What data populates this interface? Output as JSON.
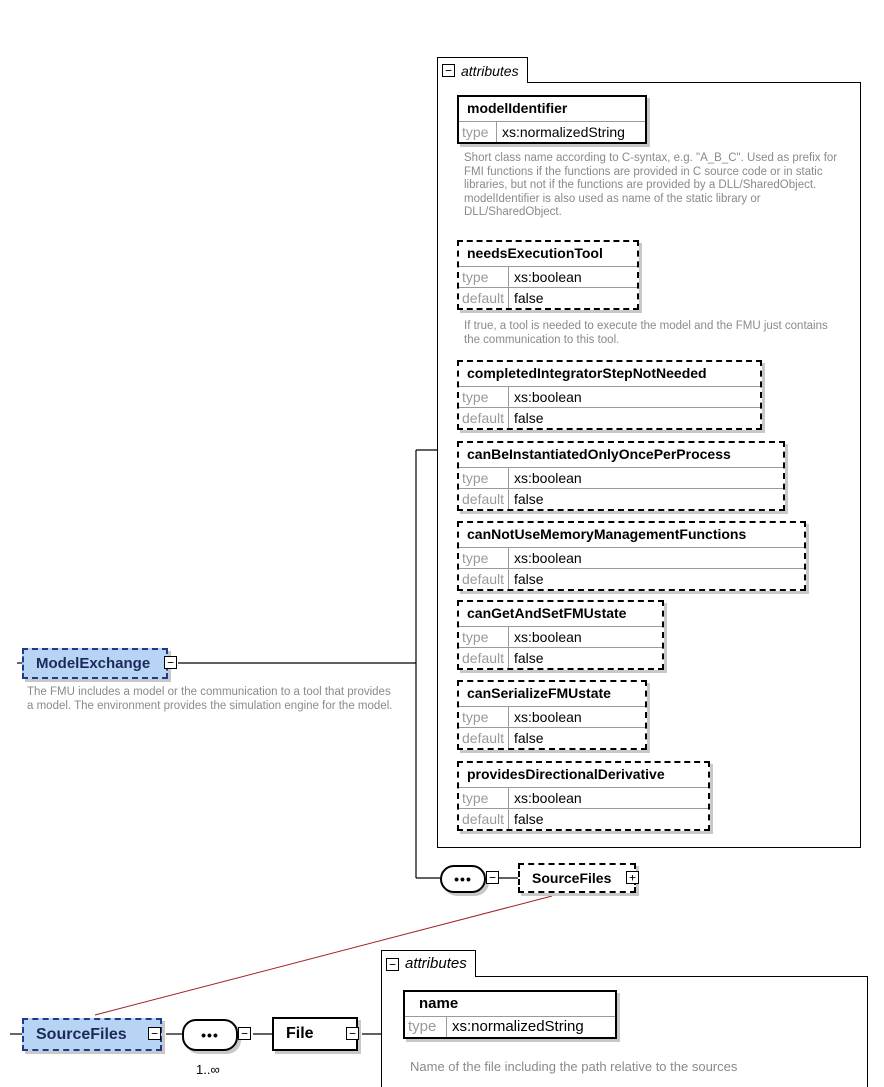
{
  "top_group": {
    "tab_label": "attributes",
    "attributes": [
      {
        "name": "modelIdentifier",
        "type": "xs:normalizedString",
        "required": true,
        "doc": "Short class name according to C-syntax, e.g. \"A_B_C\". Used as prefix for FMI functions if the functions are provided in C source code or in static libraries, but not if the functions are provided by a DLL/SharedObject. modelIdentifier is also used as name of the static library or DLL/SharedObject."
      },
      {
        "name": "needsExecutionTool",
        "type": "xs:boolean",
        "default": "false",
        "required": false,
        "doc": "If true, a tool is needed to execute the model and the FMU just contains the communication to this tool."
      },
      {
        "name": "completedIntegratorStepNotNeeded",
        "type": "xs:boolean",
        "default": "false",
        "required": false
      },
      {
        "name": "canBeInstantiatedOnlyOncePerProcess",
        "type": "xs:boolean",
        "default": "false",
        "required": false
      },
      {
        "name": "canNotUseMemoryManagementFunctions",
        "type": "xs:boolean",
        "default": "false",
        "required": false
      },
      {
        "name": "canGetAndSetFMUstate",
        "type": "xs:boolean",
        "default": "false",
        "required": false
      },
      {
        "name": "canSerializeFMUstate",
        "type": "xs:boolean",
        "default": "false",
        "required": false
      },
      {
        "name": "providesDirectionalDerivative",
        "type": "xs:boolean",
        "default": "false",
        "required": false
      }
    ]
  },
  "labels": {
    "type": "type",
    "default": "default"
  },
  "model_exchange": {
    "name": "ModelExchange",
    "doc": "The FMU includes a model or the communication to a tool that provides a model. The environment provides the simulation engine for the model."
  },
  "sequence_symbol": "•••",
  "source_files_child": {
    "name": "SourceFiles"
  },
  "bottom": {
    "source_files": {
      "name": "SourceFiles"
    },
    "multiplicity": "1..∞",
    "file": {
      "name": "File"
    },
    "group": {
      "tab_label": "attributes",
      "attribute": {
        "name": "name",
        "type": "xs:normalizedString"
      },
      "doc": "Name of the file including the path relative to the sources"
    }
  },
  "colors": {
    "element_fill": "#b8d4f4",
    "element_border": "#203a88",
    "zoom_link": "#a02020",
    "doc_text": "#8a8a8a"
  }
}
